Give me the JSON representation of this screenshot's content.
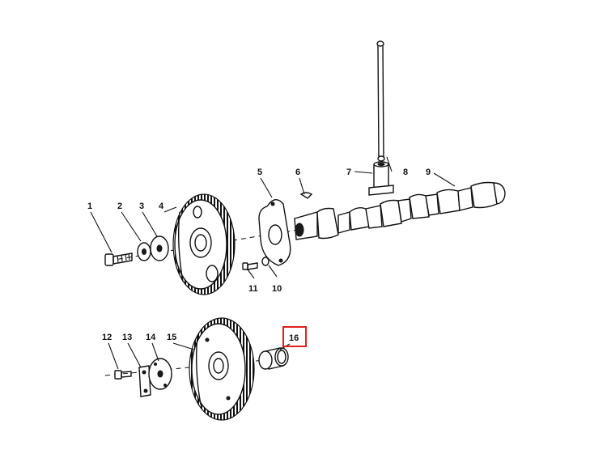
{
  "callouts": {
    "c1": "1",
    "c2": "2",
    "c3": "3",
    "c4": "4",
    "c5": "5",
    "c6": "6",
    "c7": "7",
    "c8": "8",
    "c9": "9",
    "c10": "10",
    "c11": "11",
    "c12": "12",
    "c13": "13",
    "c14": "14",
    "c15": "15",
    "c16": "16"
  },
  "highlight": {
    "color": "#e0201c",
    "callout": "16"
  }
}
